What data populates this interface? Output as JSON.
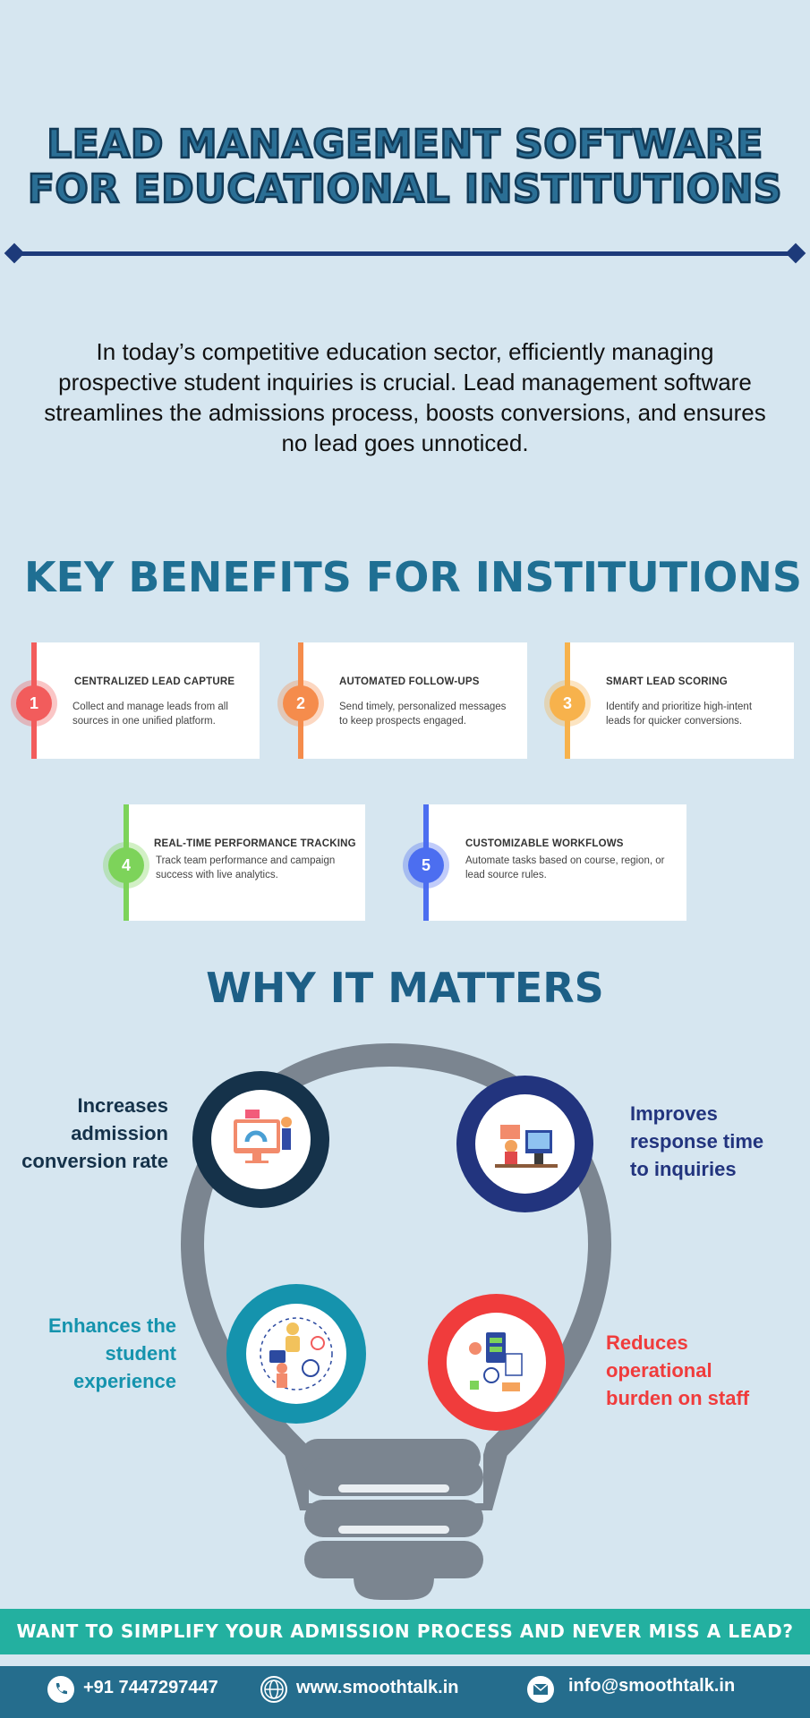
{
  "title": {
    "line1": "LEAD MANAGEMENT SOFTWARE",
    "line2": "FOR EDUCATIONAL INSTITUTIONS"
  },
  "intro": "In today’s competitive education sector, efficiently managing prospective student inquiries is crucial. Lead management software streamlines the admissions process, boosts conversions, and ensures no lead goes unnoticed.",
  "benefits_heading": "KEY BENEFITS FOR INSTITUTIONS",
  "benefits": [
    {
      "num": "1",
      "title": "CENTRALIZED LEAD CAPTURE",
      "desc": "Collect and manage leads from all sources in one unified platform.",
      "color": "#f25c5c"
    },
    {
      "num": "2",
      "title": "AUTOMATED FOLLOW-UPS",
      "desc": "Send timely, personalized messages to keep prospects engaged.",
      "color": "#f58c4c"
    },
    {
      "num": "3",
      "title": "SMART LEAD SCORING",
      "desc": "Identify and prioritize high-intent leads for quicker conversions.",
      "color": "#f7b24c"
    },
    {
      "num": "4",
      "title": "REAL-TIME PERFORMANCE TRACKING",
      "desc": "Track team performance and campaign success with live analytics.",
      "color": "#7dd35a"
    },
    {
      "num": "5",
      "title": "CUSTOMIZABLE WORKFLOWS",
      "desc": "Automate tasks based on course, region, or lead source rules.",
      "color": "#4c6ef0"
    }
  ],
  "why_heading": "WHY IT MATTERS",
  "why": [
    {
      "lines": [
        "Increases",
        "admission",
        "conversion rate"
      ],
      "color": "#15324a",
      "icon": "conversion-dashboard-icon"
    },
    {
      "lines": [
        "Improves",
        "response time",
        "to inquiries"
      ],
      "color": "#22347e",
      "icon": "response-desk-icon"
    },
    {
      "lines": [
        "Enhances the",
        "student",
        "experience"
      ],
      "color": "#1593ad",
      "icon": "student-experience-icon"
    },
    {
      "lines": [
        "Reduces",
        "operational",
        "burden on staff"
      ],
      "color": "#f03c3c",
      "icon": "operations-icon"
    }
  ],
  "cta": "WANT TO SIMPLIFY YOUR ADMISSION PROCESS AND NEVER MISS A LEAD?",
  "footer": {
    "phone": "+91 7447297447",
    "website": "www.smoothtalk.in",
    "email": "info@smoothtalk.in"
  },
  "colors": {
    "background": "#d6e6f0",
    "title": "#2b6f95",
    "divider": "#1d3a7a",
    "cta": "#23b0a0",
    "footer": "#256d8d",
    "bulb": "#7b8590"
  }
}
